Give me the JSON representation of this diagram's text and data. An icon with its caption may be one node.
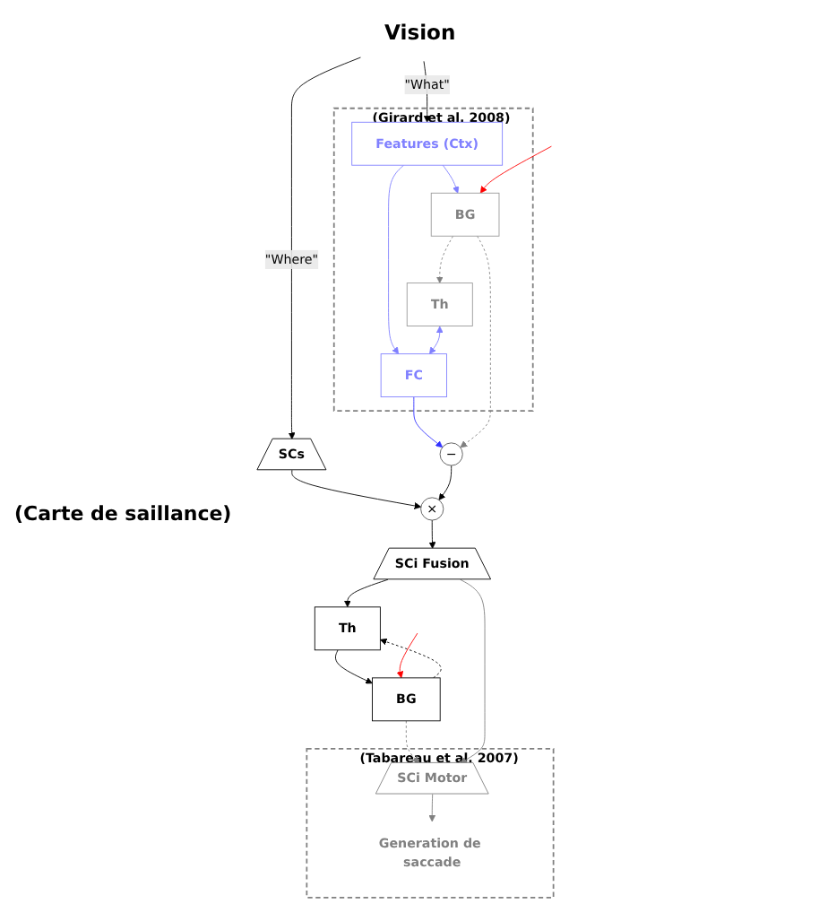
{
  "diagram": {
    "nodes": [
      {
        "text": [
          "Vision"
        ]
      },
      {
        "text": [
          "(Girard et al. 2008)"
        ]
      },
      {
        "text": [
          "Features (Ctx)"
        ],
        "in": 1
      },
      {
        "text": [
          "BG"
        ],
        "in": 1
      },
      {
        "text": [
          "Th"
        ],
        "in": 1
      },
      {
        "text": [
          "FC"
        ],
        "in": 1
      },
      {
        "text": [
          "SCs"
        ]
      },
      {
        "text": [
          "×"
        ]
      },
      {
        "text": [
          "−"
        ]
      },
      {
        "text": [
          "SCi Fusion"
        ]
      },
      {
        "text": [
          "Th"
        ]
      },
      {
        "text": [
          "BG"
        ]
      },
      {
        "text": [
          "(Tabareau et al. 2007)"
        ]
      },
      {
        "text": [
          "SCi Motor"
        ],
        "in": 12
      },
      {
        "text": [
          "Generation de saccade"
        ],
        "in": 12
      }
    ],
    "edges": [
      {
        "from": 0,
        "to": 2,
        "arrow": "to",
        "label": "\"What\""
      },
      {
        "from": 0,
        "to": 6,
        "arrow": "to",
        "label": "\"Where\""
      },
      {
        "from": 2,
        "to": 3,
        "arrow": "to",
        "color": "#8080ff"
      },
      {
        "from": 3,
        "to": 4,
        "arrow": "to",
        "style": "dashed",
        "color": "#808080"
      },
      {
        "from": 2,
        "to": 5,
        "arrow": "to",
        "color": "#8080ff"
      },
      {
        "from": 4,
        "to": 5,
        "arrow": "both",
        "color": "#8080ff"
      },
      {
        "from": 5,
        "to": 8,
        "arrow": "to",
        "color": "#3333ff"
      },
      {
        "from": 3,
        "to": 8,
        "arrow": "to",
        "style": "dashed",
        "color": "#808080"
      },
      {
        "from": 6,
        "to": 7,
        "arrow": "to"
      },
      {
        "from": 8,
        "to": 7,
        "arrow": "to"
      },
      {
        "from": 7,
        "to": 9,
        "arrow": "to"
      },
      {
        "from": 9,
        "to": 10,
        "arrow": "to"
      },
      {
        "from": 10,
        "to": 11,
        "arrow": "to"
      },
      {
        "from": 11,
        "to": 10,
        "arrow": "to",
        "style": "dashed"
      },
      {
        "from": 11,
        "to": 13,
        "arrow": "to",
        "style": "dashed",
        "color": "#808080"
      },
      {
        "from": 9,
        "to": 13,
        "arrow": "to",
        "color": "#808080"
      },
      {
        "from": 13,
        "to": 14,
        "arrow": "to",
        "color": "#808080"
      },
      {
        "from": null,
        "to": 3,
        "arrow": "to",
        "color": "#ff0000"
      },
      {
        "from": null,
        "to": 11,
        "arrow": "to",
        "color": "#ff0000"
      }
    ],
    "labels": [
      "(Carte de saillance)"
    ]
  }
}
